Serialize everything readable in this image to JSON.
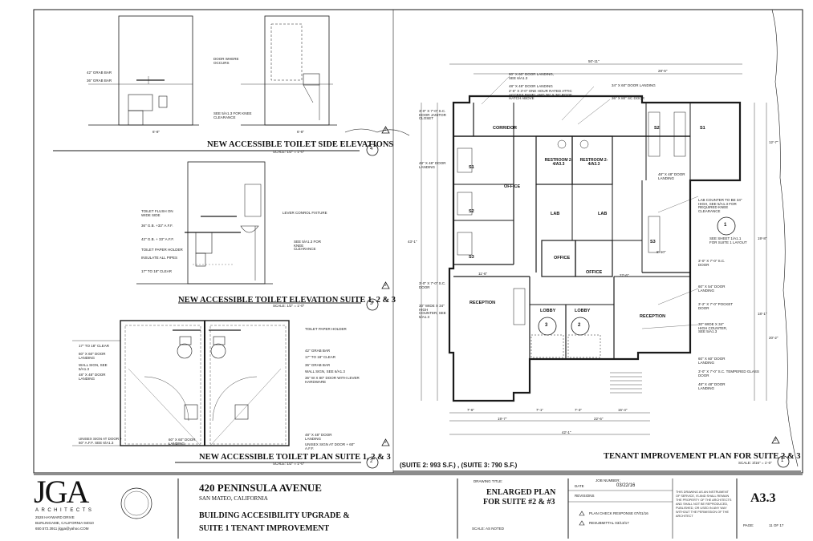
{
  "drawings": {
    "side_elevations": {
      "title": "NEW ACCESSIBLE TOILET SIDE ELEVATIONS",
      "number": "4",
      "sheet_ref": "2",
      "scale": "SCALE: 1/2\" = 1'-0\"",
      "notes": [
        "42\" GRAB BAR",
        "36\" GRAB BAR",
        "DOOR WHERE OCCURS",
        "SEE 5/A1.3 FOR KNEE CLEARANCE",
        "6'-8\"",
        "6'-8\""
      ]
    },
    "elevation_suite": {
      "title": "NEW ACCESSIBLE TOILET ELEVATION SUITE 1, 2 & 3",
      "number": "3",
      "sheet_ref": "2",
      "scale": "SCALE: 1/2\" = 1'-0\"",
      "notes": [
        "TOILET FLUSH ON WIDE SIDE",
        "36\" G.B. +33\" A.F.F.",
        "42\" G.B. + 33\" A.F.F.",
        "TOILET PAPER HOLDER",
        "INSULATE ALL PIPES",
        "17\" TO 18\" CLEAR",
        "LEVER CONROL FIXTURE",
        "SEE 5/A1.3 FOR KNEE CLEARANCE"
      ]
    },
    "plan_suite": {
      "title": "NEW ACCESSIBLE TOILET PLAN SUITE 1, 2 & 3",
      "number": "2",
      "sheet_ref": "2",
      "scale": "SCALE: 1/2\" = 1'-0\"",
      "notes_left": [
        "17\" TO 18\" CLEAR",
        "60\" X 60\" DOOR LANDING",
        "WALL SIGN, SEE 5/A1.3",
        "48\" X 48\" DOOR LANDING",
        "UNISEX SIGN AT DOOR + 60\" A.F.F. SEE 6/A1.3"
      ],
      "notes_right": [
        "TOILET PAPER HOLDER",
        "42\" GRAB BAR",
        "17\" TO 18\" CLEAR",
        "36\" GRAB BAR",
        "WALL SIGN, SEE 6/A1.3",
        "36\" W X 80\" DOOR WITH LEVER HARDWARE",
        "60\" X 60\" DOOR LANDING",
        "48\" X 48\" DOOR LANDING",
        "UNISEX SIGN AT DOOR + 60\" A.F.F."
      ]
    },
    "tenant_plan": {
      "title": "TENANT IMPROVEMENT PLAN FOR SUITE 2 & 3",
      "number": "1",
      "sheet_ref": "2",
      "scale": "SCALE: 3/16\" = 1'-0\"",
      "suite_areas": "(SUITE 2: 993 S.F.) ,    (SUITE 3: 790 S.F.)",
      "rooms": [
        "CORRIDOR",
        "S1",
        "OFFICE",
        "S2",
        "S3",
        "RESTROOM 2-4/A3.3",
        "RESTROOM 2-4/A3.3",
        "LAB",
        "LAB",
        "OFFICE",
        "OFFICE",
        "RECEPTION",
        "LOBBY",
        "LOBBY",
        "RECEPTION",
        "S2",
        "S1",
        "S3"
      ],
      "lobby_markers": [
        "3",
        "2"
      ],
      "suite1_marker": "1",
      "notes_right": [
        "60\" X 60\" DOOR LANDING, SEE 6/A1.3",
        "48\" X 48\" DOOR LANDING",
        "2'-6\" X 3'-0\" ONE HOUR RATED ATTIC ACCESS PANEL AND 36\" X 36\" ROOF HATCH ABOVE",
        "34\" X 60\" DOOR LANDING",
        "36\" X 80\" SC DOOR",
        "48\" X 48\" DOOR LANDING",
        "LAB COUNTER TO BE 34\" HIGH, SEE 5/A1.3 FOR REQUIRED KNEE CLEARANCE",
        "SEE SHEET 1/A1.1 FOR SUITE 1 LAYOUT",
        "3'-0\" X 7'-0\" S.C. DOOR",
        "60\" X 54\" DOOR LANDING",
        "3'-2\" X 7'-0\" POCKET DOOR",
        "30\" WIDE X 34\" HIGH COUNTER, SEE 5/A1.3",
        "60\" X 60\" DOOR LANDING",
        "3'-0\" X 7'-0\" S.C. TEMPERED GLASS DOOR",
        "48\" X 48\" DOOR LANDING"
      ],
      "notes_left": [
        "3'-0\" X 7'-0\" S.C. DOOR JANITOR CLOSET",
        "48\" X 48\" DOOR LANDING",
        "3'-0\" X 7'-0\" S.C. DOOR",
        "30\" WIDE X 34\" HIGH COUNTER, SEE 5/A1.3"
      ],
      "dims": [
        "50'-11\"",
        "28'-5\"",
        "7'-6\"",
        "7'-1\"",
        "7'-3\"",
        "15'-4\"",
        "19'-7\"",
        "22'-6\"",
        "42'-1\"",
        "11'-6\"",
        "22'-6\"",
        "43'-1\"",
        "12'-7\"",
        "19'-8\"",
        "20'-2\"",
        "18'-1\"",
        "8'-10\""
      ]
    }
  },
  "title_block": {
    "firm_logo": "JGA",
    "firm_name": "ARCHITECTS",
    "firm_address": [
      "2528 HAYWARD DRIVE",
      "BURLINGAME, CALIFORNIA     94010",
      "650.572.3911       jlgga@yahoo.COM"
    ],
    "project_name": "420 PENINSULA AVENUE",
    "project_city": "SAN MATEO, CALIFORNIA",
    "project_desc_1": "BUILDING ACCESIBILITY UPGRADE &",
    "project_desc_2": "SUITE 1 TENANT IMPROVEMENT",
    "drawing_title_label": "DRAWING TITLE:",
    "drawing_title_1": "ENLARGED PLAN",
    "drawing_title_2": "FOR SUITE #2 & #3",
    "scale_note": "SCALE:  AS NOTED",
    "job_number_label": "JOB NUMBER:",
    "date_label": "DATE",
    "date": "03/22/16",
    "revisions_label": "REVISIONS",
    "revisions": [
      "PLAN CHECK RESPONSE 07/01/16",
      "RESUBMITTAL 03/13/17"
    ],
    "copyright": "THIS DRAWING AS AN INSTRUMENT OF SERVICE, IS AND SHALL REMAIN THE PROPERTY OF THE ARCHITECTS AND SHALL NOT BE REPRODUCED, PUBLISHED, OR USED IN ANY WAY WITHOUT THE PERMISSION OF THE ARCHITECT",
    "sheet_number": "A3.3",
    "page_label": "PAGE:",
    "page_value": "11  OF  17"
  },
  "colors": {
    "line": "#1a1a1a",
    "paper": "#ffffff"
  }
}
